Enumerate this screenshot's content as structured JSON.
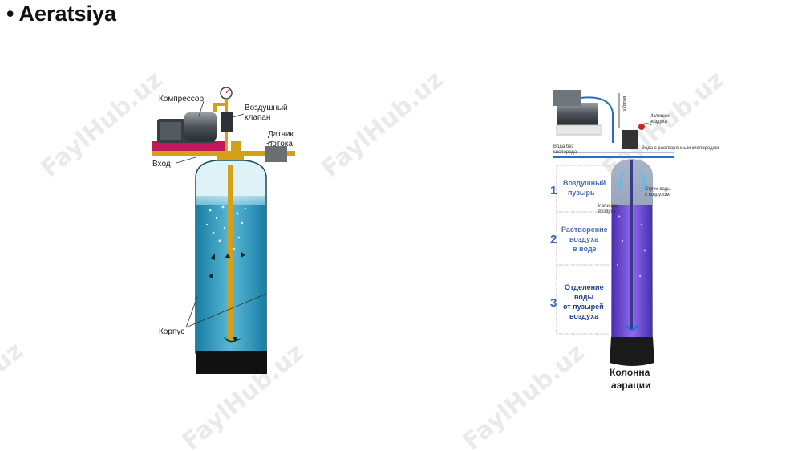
{
  "slide": {
    "bullet": "•",
    "title": "Aeratsiya"
  },
  "watermark": "FaylHub.uz",
  "left_diagram": {
    "labels": {
      "compressor": "Компрессор",
      "air_valve_1": "Воздушный",
      "air_valve_2": "клапан",
      "flow_sensor_1": "Датчик",
      "flow_sensor_2": "потока",
      "inlet": "Вход",
      "housing": "Корпус"
    }
  },
  "right_diagram": {
    "labels": {
      "air_in": "воздух",
      "excess_air_1": "Излишки",
      "excess_air_2": "воздуха",
      "water_no_o2_1": "Вода без",
      "water_no_o2_2": "кислорода",
      "water_dissolved": "Вода с растворенным кислородом",
      "water_jets_1": "Струи воды",
      "water_jets_2": "с воздухом",
      "excess_inner_1": "Излишки",
      "excess_inner_2": "воздуха",
      "caption_1": "Колонна",
      "caption_2": "аэрации"
    },
    "steps": [
      {
        "num": "1",
        "lines": [
          "Воздушный",
          "пузырь"
        ]
      },
      {
        "num": "2",
        "lines": [
          "Растворение",
          "воздуха",
          "в воде"
        ]
      },
      {
        "num": "3",
        "lines": [
          "Отделение",
          "воды",
          "от пузырей",
          "воздуха"
        ]
      }
    ]
  }
}
